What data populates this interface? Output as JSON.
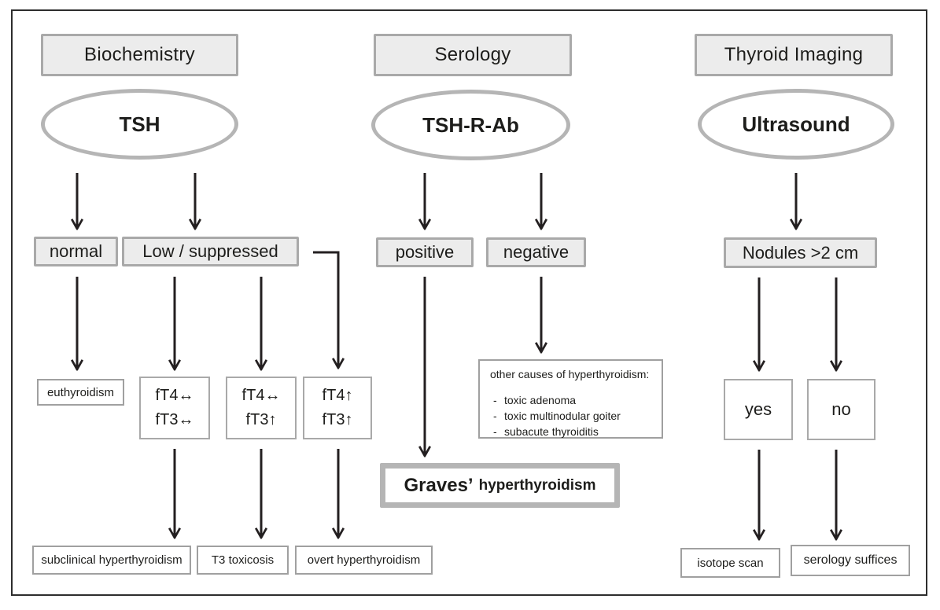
{
  "biochemistry": {
    "header": "Biochemistry",
    "test": "TSH",
    "normal": "normal",
    "low_suppressed": "Low / suppressed",
    "euthyroidism": "euthyroidism",
    "ft_box1": {
      "line1": "fT4↔",
      "line2": "fT3↔"
    },
    "ft_box2": {
      "line1": "fT4↔",
      "line2": "fT3↑"
    },
    "ft_box3": {
      "line1": "fT4↑",
      "line2": "fT3↑"
    },
    "subclinical": "subclinical hyperthyroidism",
    "t3_toxicosis": "T3 toxicosis",
    "overt": "overt hyperthyroidism"
  },
  "serology": {
    "header": "Serology",
    "test": "TSH-R-Ab",
    "positive": "positive",
    "negative": "negative",
    "other_causes_title": "other causes of hyperthyroidism:",
    "bullet": "-",
    "other_causes": [
      "toxic adenoma",
      "toxic multinodular goiter",
      "subacute thyroiditis"
    ],
    "graves_main": "Graves’",
    "graves_sub": "hyperthyroidism"
  },
  "imaging": {
    "header": "Thyroid Imaging",
    "test": "Ultrasound",
    "nodules": "Nodules >2 cm",
    "yes": "yes",
    "no": "no",
    "isotope_scan": "isotope scan",
    "serology_suffices": "serology suffices"
  },
  "colors": {
    "box_fill_gray": "#ececec",
    "box_border_gray": "#a9a9a9",
    "ellipse_border_gray": "#b5b5b5",
    "thin_border_gray": "#a0a0a0",
    "arrow_black": "#231f20",
    "frame_dark": "#2d2d2d",
    "text_black": "#1d1d1b"
  }
}
